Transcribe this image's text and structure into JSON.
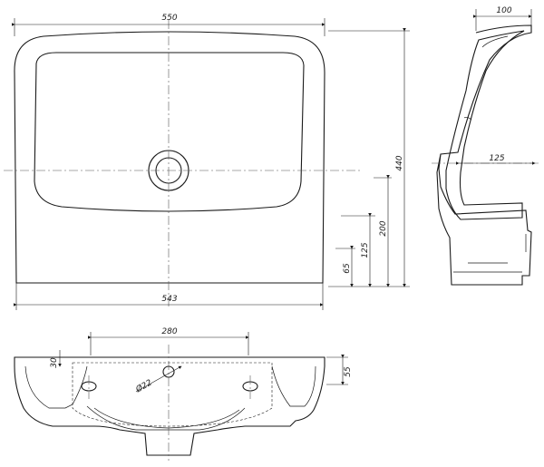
{
  "drawing": {
    "top_view": {
      "width_top_label": "550",
      "width_bottom_label": "543",
      "depth_label": "440",
      "height_200_label": "200",
      "height_125_label": "125",
      "height_65_label": "65"
    },
    "side_view": {
      "depth_top_label": "100",
      "drain_offset_label": "125"
    },
    "front_view": {
      "hole_spacing_label": "280",
      "hole_diameter_label": "Ø22",
      "rim_offset_label": "30",
      "rim_height_label": "55"
    }
  }
}
